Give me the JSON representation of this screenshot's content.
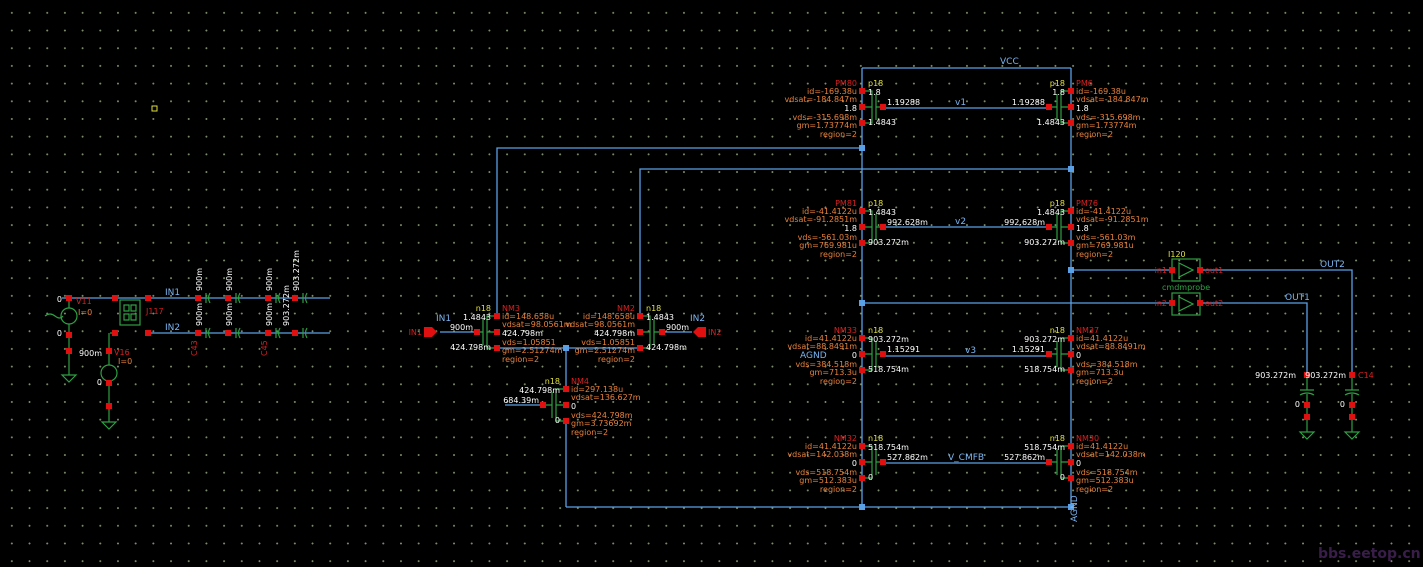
{
  "nets": {
    "vcc": "VCC",
    "v1": "v1",
    "v2": "v2",
    "v3": "v3",
    "vcmfb": "V_CMFB",
    "agnd": "AGND",
    "agnd2": "AGND",
    "in1": "IN1",
    "in2": "IN2",
    "in1b": "IN1",
    "in2b": "IN2",
    "out1": "OUT1",
    "out2": "OUT2",
    "in1_left": "IN1",
    "in2_left": "IN2"
  },
  "pins": {
    "in1": "IN1",
    "in2": "IN2"
  },
  "transistors": [
    {
      "name": "PM80",
      "model": "p18",
      "top": "1.8",
      "gate": "1.19288",
      "body": "1.8",
      "bottom": "1.4843",
      "params": [
        "id=-169.38u",
        "vdsat=-184.847m",
        "vds=-315.698m",
        "gm=1.73774m",
        "region=2"
      ]
    },
    {
      "name": "PM6",
      "model": "p18",
      "top": "1.8",
      "gate": "1.19288",
      "body": "1.8",
      "bottom": "1.4843",
      "params": [
        "id=-169.38u",
        "vdsat=-184.847m",
        "vds=-315.698m",
        "gm=1.73774m",
        "region=2"
      ]
    },
    {
      "name": "PM81",
      "model": "p18",
      "top": "1.4843",
      "gate": "992.628m",
      "body": "1.8",
      "bottom": "903.272m",
      "params": [
        "id=-41.4122u",
        "vdsat=-91.2851m",
        "vds=-561.03m",
        "gm=769.981u",
        "region=2"
      ]
    },
    {
      "name": "PM76",
      "model": "p18",
      "top": "1.4843",
      "gate": "992.628m",
      "body": "1.8",
      "bottom": "903.272m",
      "params": [
        "id=-41.4122u",
        "vdsat=-91.2851m",
        "vds=-561.03m",
        "gm=769.981u",
        "region=2"
      ]
    },
    {
      "name": "NM33",
      "model": "n18",
      "top": "903.272m",
      "gate": "1.15291",
      "body": "0",
      "bottom": "518.754m",
      "params": [
        "id=41.4122u",
        "vdsat=88.8491m",
        "vds=384.518m",
        "gm=713.3u",
        "region=2"
      ]
    },
    {
      "name": "NM37",
      "model": "n18",
      "top": "903.272m",
      "gate": "1.15291",
      "body": "0",
      "bottom": "518.754m",
      "params": [
        "id=41.4122u",
        "vdsat=88.8491m",
        "vds=384.518m",
        "gm=713.3u",
        "region=2"
      ]
    },
    {
      "name": "NM32",
      "model": "n18",
      "top": "518.754m",
      "gate": "527.862m",
      "body": "0",
      "bottom": "0",
      "params": [
        "id=41.4122u",
        "vdsat=142.038m",
        "vds=518.754m",
        "gm=512.383u",
        "region=2"
      ]
    },
    {
      "name": "NM30",
      "model": "n18",
      "top": "518.754m",
      "gate": "527.862m",
      "body": "0",
      "bottom": "0",
      "params": [
        "id=41.4122u",
        "vdsat=142.038m",
        "vds=518.754m",
        "gm=512.383u",
        "region=2"
      ]
    },
    {
      "name": "NM3",
      "model": "n18",
      "top": "1.4843",
      "gate": "900m",
      "body": "424.798m",
      "bottom": "424.798m",
      "params": [
        "id=148.658u",
        "vdsat=98.0561m",
        "vds=1.05851",
        "gm=2.51274m",
        "region=2"
      ]
    },
    {
      "name": "NM2",
      "model": "n18",
      "top": "1.4843",
      "gate": "900m",
      "body": "424.798m",
      "bottom": "424.798m",
      "params": [
        "id=148.658u",
        "vdsat=98.0561m",
        "vds=1.05851",
        "gm=2.51274m",
        "region=2"
      ]
    },
    {
      "name": "NM4",
      "model": "n18",
      "top": "424.798m",
      "gate": "684.39m",
      "body": "0",
      "bottom": "0",
      "params": [
        "id=297.138u",
        "vdsat=136.627m",
        "vds=424.798m",
        "gm=3.73692m",
        "region=2"
      ]
    }
  ],
  "sources": {
    "v11": {
      "name": "V11",
      "current": "I=0",
      "top": "0",
      "bottom": "0"
    },
    "v16": {
      "name": "V16",
      "current": "I=0",
      "top": "900m",
      "bottom": "0"
    },
    "balun": "J117",
    "caps": [
      "900m",
      "900m",
      "900m",
      "903.272m",
      "900m",
      "900m",
      "900m",
      "903.272m"
    ],
    "cap_names": [
      "C43",
      "C45"
    ]
  },
  "probe": {
    "name": "I120",
    "cell": "cmdmprobe",
    "in1": "in1",
    "out1": "out1",
    "in2": "in2",
    "out2": "out2"
  },
  "loads": {
    "c1_value": "903.272m",
    "c2_value": "903.272m",
    "c2_name": "C14",
    "c1_gnd": "0",
    "c2_gnd": "0"
  },
  "watermark": "bbs.eetop.cn",
  "colors": {
    "background": "#000000",
    "wire": "#5aa0e6",
    "pin": "#e01010",
    "symbol": "#2ea043",
    "params": "#e8803a"
  }
}
